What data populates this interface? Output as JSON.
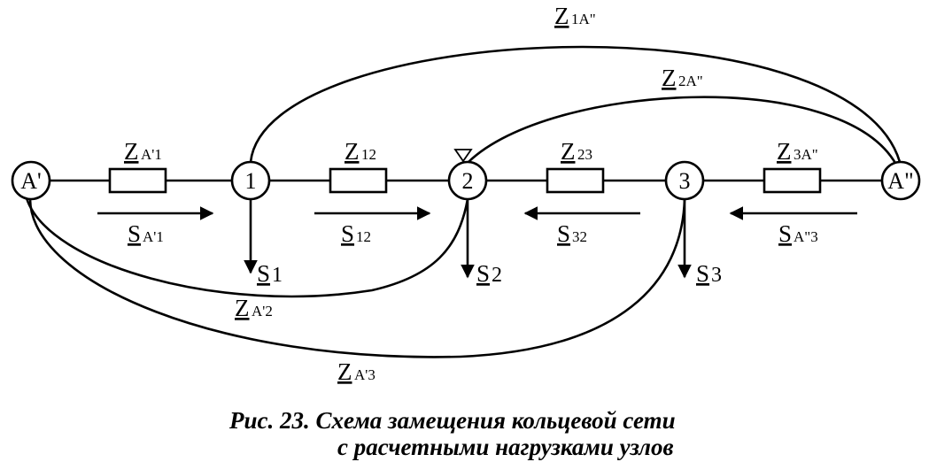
{
  "diagram": {
    "nodes": [
      {
        "id": "Ap",
        "label": "A'"
      },
      {
        "id": "n1",
        "label": "1"
      },
      {
        "id": "n2",
        "label": "2"
      },
      {
        "id": "n3",
        "label": "3"
      },
      {
        "id": "App",
        "label": "A\""
      }
    ],
    "impedances": {
      "zA1": {
        "main": "Z",
        "sub": "A'1"
      },
      "z12": {
        "main": "Z",
        "sub": "12"
      },
      "z23": {
        "main": "Z",
        "sub": "23"
      },
      "z3A": {
        "main": "Z",
        "sub": "3A\""
      },
      "z1A": {
        "main": "Z",
        "sub": "1A\""
      },
      "z2A": {
        "main": "Z",
        "sub": "2A\""
      },
      "zA2": {
        "main": "Z",
        "sub": "A'2"
      },
      "zA3": {
        "main": "Z",
        "sub": "A'3"
      }
    },
    "flows": {
      "sA1": {
        "main": "S",
        "sub": "A'1"
      },
      "s12": {
        "main": "S",
        "sub": "12"
      },
      "s32": {
        "main": "S",
        "sub": "32"
      },
      "sA3": {
        "main": "S",
        "sub": "A\"3"
      }
    },
    "loads": {
      "s1": {
        "main": "S",
        "sub": "1"
      },
      "s2": {
        "main": "S",
        "sub": "2"
      },
      "s3": {
        "main": "S",
        "sub": "3"
      }
    }
  },
  "caption": {
    "line1": "Рис. 23. Схема замещения кольцевой сети",
    "line2": "с расчетными нагрузками узлов"
  }
}
